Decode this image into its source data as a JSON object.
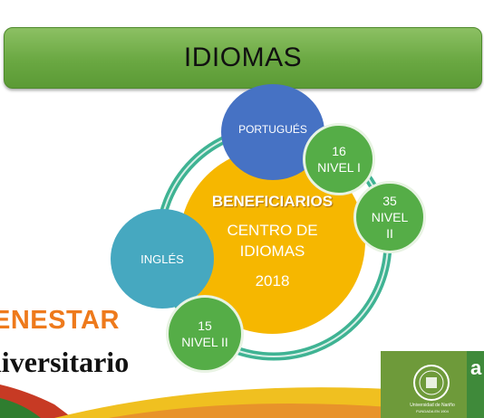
{
  "banner": {
    "title": "IDIOMAS"
  },
  "center": {
    "heading": "BENEFICIARIOS",
    "line1": "CENTRO DE",
    "line2": "IDIOMAS",
    "year": "2018"
  },
  "nodes": {
    "portugues": "PORTUGUÉS",
    "ingles": "INGLÉS",
    "level1": {
      "count": "16",
      "label": "NIVEL I"
    },
    "level_a": {
      "count": "35",
      "label_line1": "NIVEL",
      "label_line2": "II"
    },
    "level2": {
      "count": "15",
      "label": "NIVEL II"
    }
  },
  "footer": {
    "bienestar": "ENESTAR",
    "universitario": "niversitario",
    "university_name": "Universidad de Nariño",
    "university_sub": "FUNDADA EN 1904"
  },
  "colors": {
    "banner_green": "#6aa842",
    "center_yellow": "#f6b700",
    "portugues_blue": "#4672c4",
    "ingles_teal": "#46a8c0",
    "level_green": "#55ad47",
    "ring_teal": "#3fb393",
    "bienestar_orange": "#ee7a1c"
  }
}
